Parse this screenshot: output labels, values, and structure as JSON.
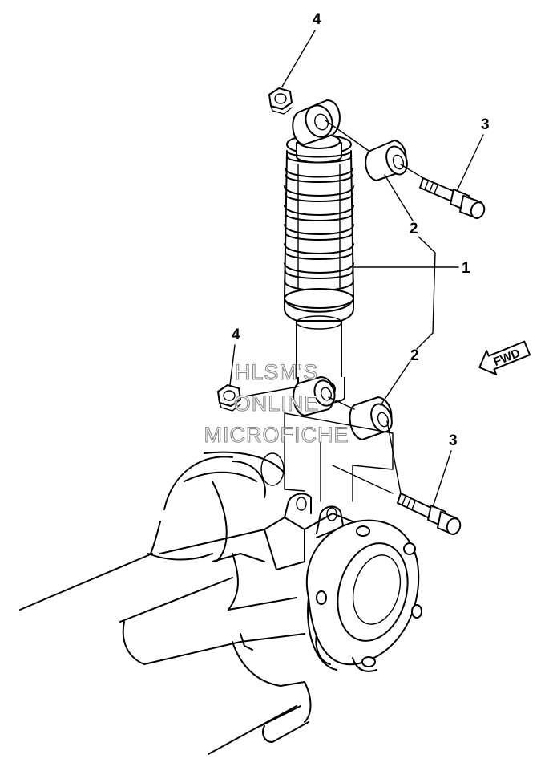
{
  "callouts": {
    "part_1": "1",
    "part_2_upper": "2",
    "part_2_lower": "2",
    "part_3_upper": "3",
    "part_3_lower": "3",
    "part_4_upper": "4",
    "part_4_lower": "4"
  },
  "direction_label": "FWD",
  "watermark": {
    "line1": "HLSM'S",
    "line2": "ONLINE",
    "line3": "MICROFICHE"
  },
  "colors": {
    "ink": "#000000",
    "paper": "#ffffff",
    "watermark_outline": "#8a8a8a"
  }
}
